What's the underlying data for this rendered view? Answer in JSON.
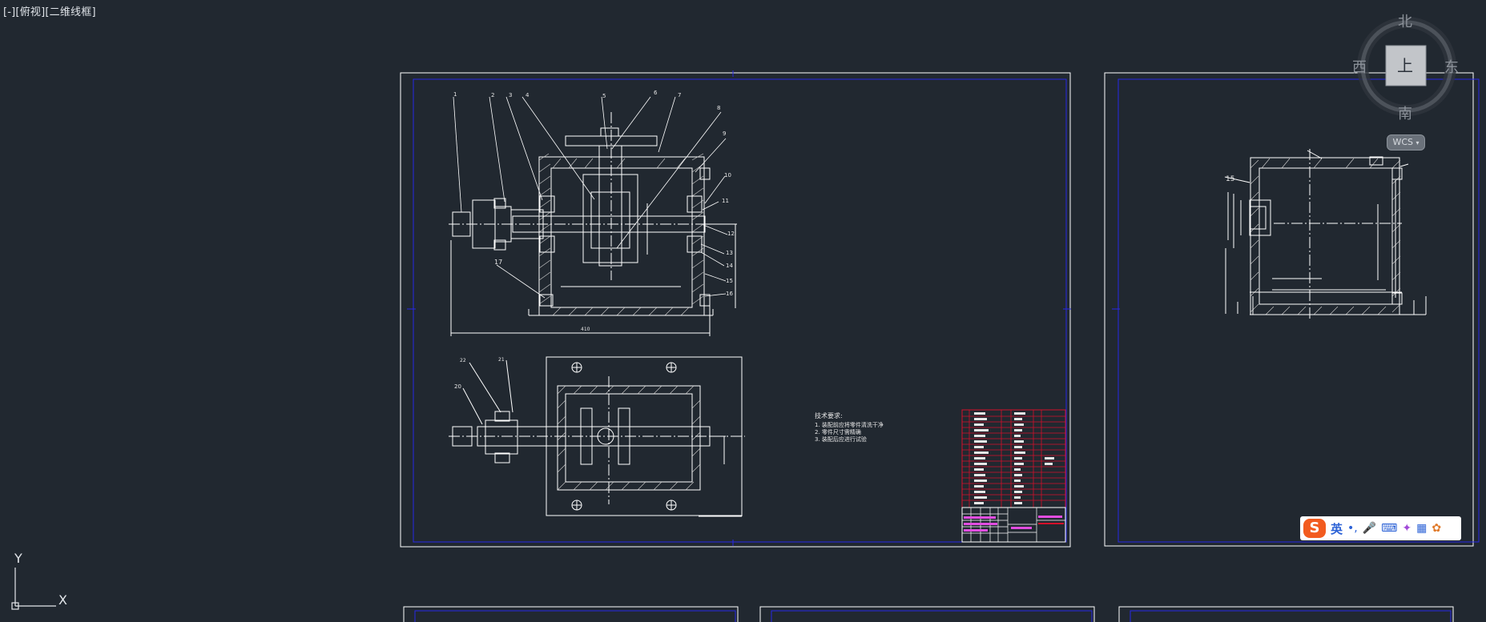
{
  "viewport": {
    "label": "[-][俯视][二维线框]"
  },
  "viewcube": {
    "north": "北",
    "south": "南",
    "east": "东",
    "west": "西",
    "top_face": "上",
    "wcs_label": "WCS"
  },
  "ucs": {
    "x_label": "X",
    "y_label": "Y"
  },
  "drawing": {
    "tech_requirements": [
      "技术要求:",
      "1. 装配前应将零件清洗干净",
      "2. 零件尺寸需精确",
      "3. 装配后应进行试验"
    ],
    "balloons_main": [
      "1",
      "2",
      "3",
      "4",
      "5",
      "6",
      "7",
      "8",
      "9",
      "10",
      "11",
      "12",
      "13",
      "14",
      "15",
      "16",
      "17"
    ],
    "balloons_lower": [
      "22",
      "21",
      "20"
    ],
    "dims": {
      "overall_width": "410",
      "right_label": "15"
    }
  },
  "ime": {
    "lang": "英",
    "punct": "•,"
  },
  "colors": {
    "background": "#212830",
    "sheet_border": "#ffffff",
    "frame": "#1a1ad9",
    "geometry": "#ffffff",
    "title_block_red": "#d4102a",
    "title_block_magenta": "#e24de0"
  }
}
